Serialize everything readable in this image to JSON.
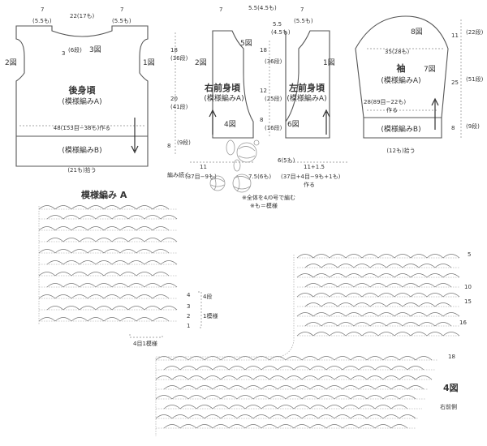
{
  "back": {
    "title": "後身頃",
    "pattern_a": "(模様編みA)",
    "pattern_b": "(模様編みB)",
    "rows_note": "48(153目−38も)作る",
    "width_note": "(21も)拾う",
    "shoulder_left": "7",
    "shoulder_left_sub": "(5.5も)",
    "neck": "22(17も)",
    "shoulder_right": "7",
    "shoulder_right_sub": "(5.5も)",
    "neck_depth": "3",
    "neck_depth_sub": "(6段)",
    "fig_left": "2図",
    "fig_neck": "3図",
    "fig_right": "1図"
  },
  "fronts": {
    "right_title": "右前身頃",
    "left_title": "左前身頃",
    "pattern_a": "(模様編みA)",
    "top_left": "7",
    "top_mid": "5.5(4.5も)",
    "top_right": "7",
    "top_mid2": "5.5",
    "top_mid2_sub": "(4.5も)",
    "top_right_sub": "(5.5も)",
    "fig_2": "2図",
    "fig_5": "5図",
    "fig_1": "1図",
    "fig_4": "4図",
    "fig_6": "6図",
    "side_h1": "18",
    "side_h1_sub": "(36段)",
    "side_h2": "20",
    "side_h2_sub": "(41段)",
    "side_h3": "8",
    "side_h3_sub": "(9段)",
    "mid_h1": "18",
    "mid_h1_sub": "(36段)",
    "mid_h2": "12",
    "mid_h2_sub": "(25段)",
    "mid_h3": "8",
    "mid_h3_sub": "(16段)",
    "bottom_11": "11",
    "bottom_r": "(37目−9も)",
    "bottom_mid": "7.5(6も)",
    "bottom_6": "6(5も)",
    "bottom_l": "11+1.5",
    "bottom_l2": "(37目+4目−9も+1も)",
    "make": "作る",
    "continue": "編み続く",
    "yarn_note": "※全体を4/0号で編む",
    "yarn_note2": "※も＝模様"
  },
  "sleeve": {
    "title": "袖",
    "pattern_a": "(模様編みA)",
    "pattern_b": "(模様編みB)",
    "fig_8": "8図",
    "fig_7": "7図",
    "top": "35(28も)",
    "rows_note": "28(89目−22も)",
    "make": "作る",
    "pick": "(12も)拾う",
    "side_11": "11",
    "side_11_sub": "(22段)",
    "side_25": "25",
    "side_25_sub": "(51段)",
    "side_8": "8",
    "side_8_sub": "(9段)"
  },
  "pattern_a_chart": {
    "title": "模様編み A",
    "repeat_label": "4段",
    "repeat_label2": "1模様",
    "bottom_label": "4目1模様",
    "row_marks": [
      "4",
      "3",
      "2",
      "1"
    ]
  },
  "fig4_chart": {
    "label": "4図",
    "sub": "右前側",
    "row_marks": [
      "5",
      "10",
      "15",
      "16",
      "18"
    ]
  }
}
